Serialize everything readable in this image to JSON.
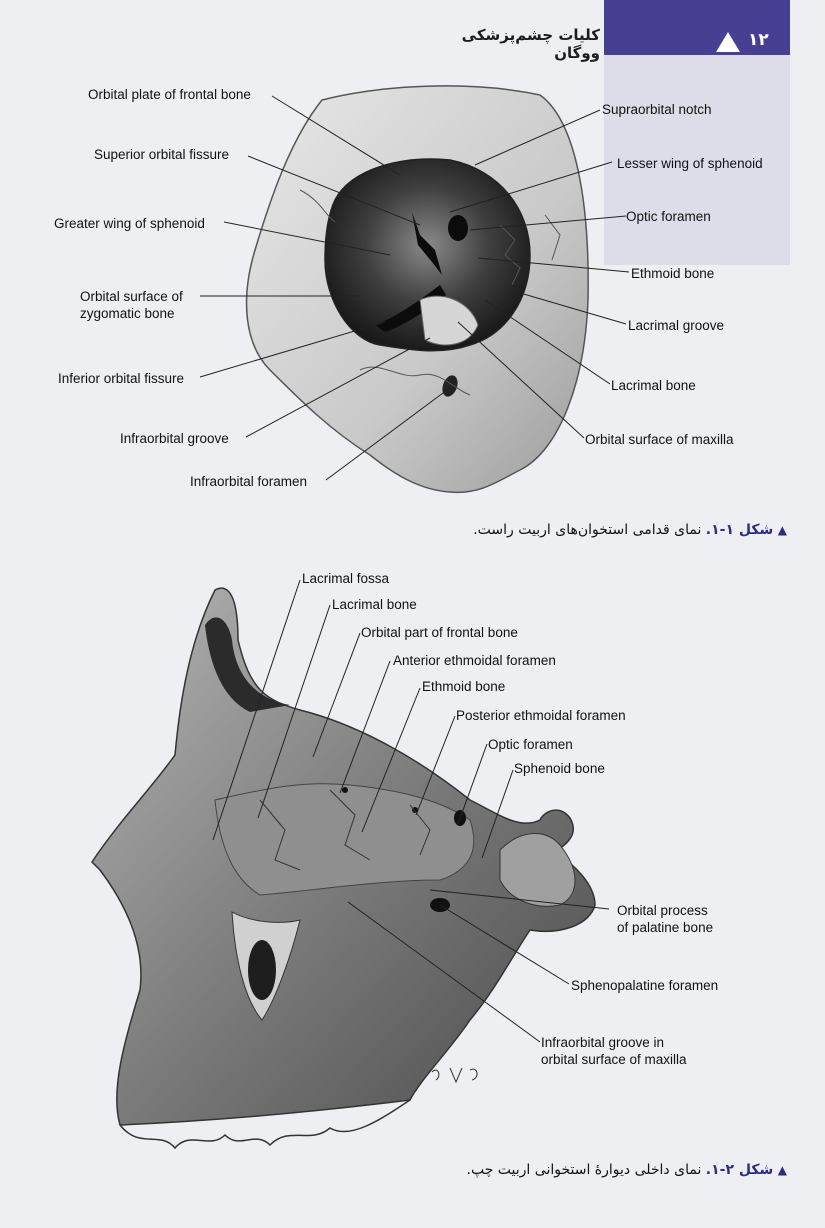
{
  "header": {
    "page_number": "۱۲",
    "book_title": "کلیات چشم‌پزشکی ووگان"
  },
  "figure1": {
    "labels": {
      "orbital_plate_frontal": "Orbital plate of frontal bone",
      "superior_orbital_fissure": "Superior orbital fissure",
      "greater_wing_sphenoid": "Greater wing of sphenoid",
      "orbital_surface_zygomatic_1": "Orbital surface of",
      "orbital_surface_zygomatic_2": "zygomatic bone",
      "inferior_orbital_fissure": "Inferior orbital fissure",
      "infraorbital_groove": "Infraorbital groove",
      "infraorbital_foramen": "Infraorbital foramen",
      "supraorbital_notch": "Supraorbital notch",
      "lesser_wing_sphenoid": "Lesser wing of sphenoid",
      "optic_foramen": "Optic foramen",
      "ethmoid_bone": "Ethmoid bone",
      "lacrimal_groove": "Lacrimal groove",
      "lacrimal_bone": "Lacrimal bone",
      "orbital_surface_maxilla": "Orbital surface of maxilla"
    },
    "caption_prefix": "شکل ۱-۱.",
    "caption_text": "نمای قدامی استخوان‌های اربیت راست."
  },
  "figure2": {
    "labels": {
      "lacrimal_fossa": "Lacrimal fossa",
      "lacrimal_bone": "Lacrimal bone",
      "orbital_part_frontal": "Orbital part of frontal bone",
      "anterior_ethmoidal_foramen": "Anterior ethmoidal foramen",
      "ethmoid_bone": "Ethmoid bone",
      "posterior_ethmoidal_foramen": "Posterior ethmoidal foramen",
      "optic_foramen": "Optic foramen",
      "sphenoid_bone": "Sphenoid bone",
      "orbital_process_palatine_1": "Orbital process",
      "orbital_process_palatine_2": "of palatine bone",
      "sphenopalatine_foramen": "Sphenopalatine foramen",
      "infraorbital_groove_maxilla_1": "Infraorbital groove in",
      "infraorbital_groove_maxilla_2": "orbital surface of maxilla"
    },
    "caption_prefix": "شکل ۲-۱.",
    "caption_text": "نمای داخلی دیوارهٔ استخوانی اربیت چپ."
  },
  "colors": {
    "header_band": "#463f92",
    "side_band": "#dcdde8",
    "caption_accent": "#2a2e8a"
  }
}
